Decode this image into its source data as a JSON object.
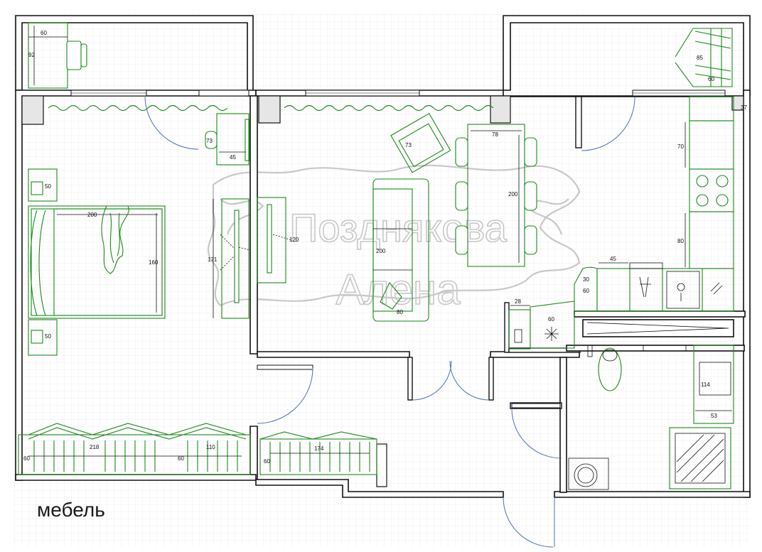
{
  "caption": "мебель",
  "watermark": {
    "line1": "Позднякова",
    "line2": "Алена"
  },
  "colors": {
    "walls": "#111111",
    "furniture": "#1a8a1a",
    "doors": "#4a6fbf",
    "grid": "#eeeeee",
    "watermark": "#c8c8c8"
  },
  "dimensions": {
    "balcony_left_width": "60",
    "balcony_left_depth": "92",
    "balcony_right_depth": "85",
    "balcony_right_width": "60",
    "bedroom_chair": "73",
    "bedroom_desk": "45",
    "nightstand_top": "50",
    "nightstand_bottom": "50",
    "bed_length": "200",
    "bed_width": "160",
    "tv_width": "171",
    "tv_stand": "120",
    "armchair": "73",
    "table_width": "78",
    "table_length": "200",
    "sofa_length": "200",
    "sofa_depth": "80",
    "fridge_width": "28",
    "cabinet_corner": "60",
    "kitchen_30": "30",
    "kitchen_60": "60",
    "kitchen_45": "45",
    "kitchen_70": "70",
    "kitchen_80": "80",
    "window_37": "37",
    "sink_width": "114",
    "sink_depth": "53",
    "wardrobe1_depth": "60",
    "wardrobe1_length": "218",
    "wardrobe2_depth": "60",
    "wardrobe2_length": "110",
    "hall_wardrobe_depth": "60",
    "hall_wardrobe_length": "174"
  }
}
